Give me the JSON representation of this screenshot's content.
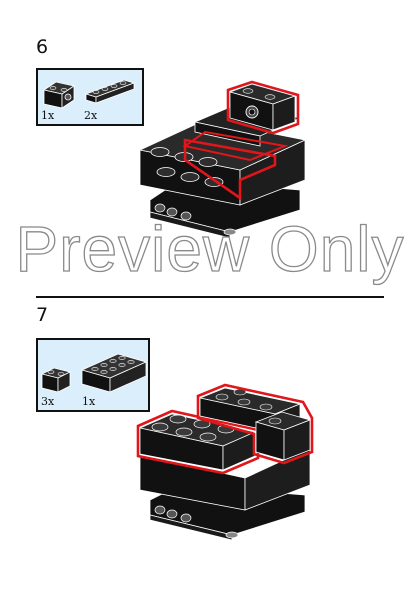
{
  "watermark": "Preview Only",
  "steps": [
    {
      "number": "6",
      "parts": [
        {
          "name": "technic brick 1x2 with hole",
          "qty": "1x"
        },
        {
          "name": "plate 1x4",
          "qty": "2x"
        }
      ]
    },
    {
      "number": "7",
      "parts": [
        {
          "name": "brick 1x2",
          "qty": "3x"
        },
        {
          "name": "brick 2x4",
          "qty": "1x"
        }
      ]
    }
  ],
  "colors": {
    "brick": "#111111",
    "highlight": "#e0161a",
    "parts_bg": "#dbeefb",
    "watermark_stroke": "#8a8a8a"
  }
}
